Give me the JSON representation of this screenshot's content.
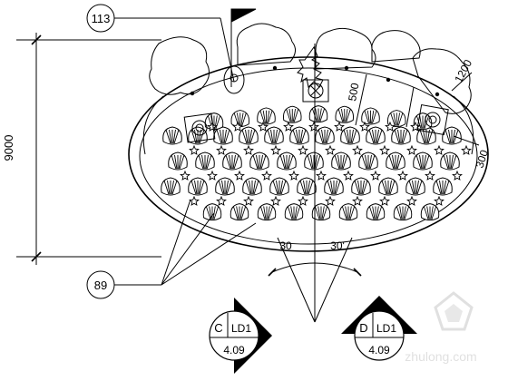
{
  "drawing": {
    "overall_dimension": "9000",
    "tag_top": "113",
    "tag_bottom": "89",
    "dim_right_upper": "1200",
    "dim_right_lower": "300",
    "dim_center": "500",
    "angle_left": "30",
    "angle_right": "30'",
    "section_markers": [
      {
        "letter": "C",
        "code": "LD1",
        "sheet": "4.09"
      },
      {
        "letter": "D",
        "code": "LD1",
        "sheet": "4.09"
      }
    ]
  },
  "watermark": {
    "text": "zhulong.com"
  },
  "colors": {
    "line": "#000000",
    "watermark": "#c8c8c8",
    "background": "#ffffff"
  }
}
